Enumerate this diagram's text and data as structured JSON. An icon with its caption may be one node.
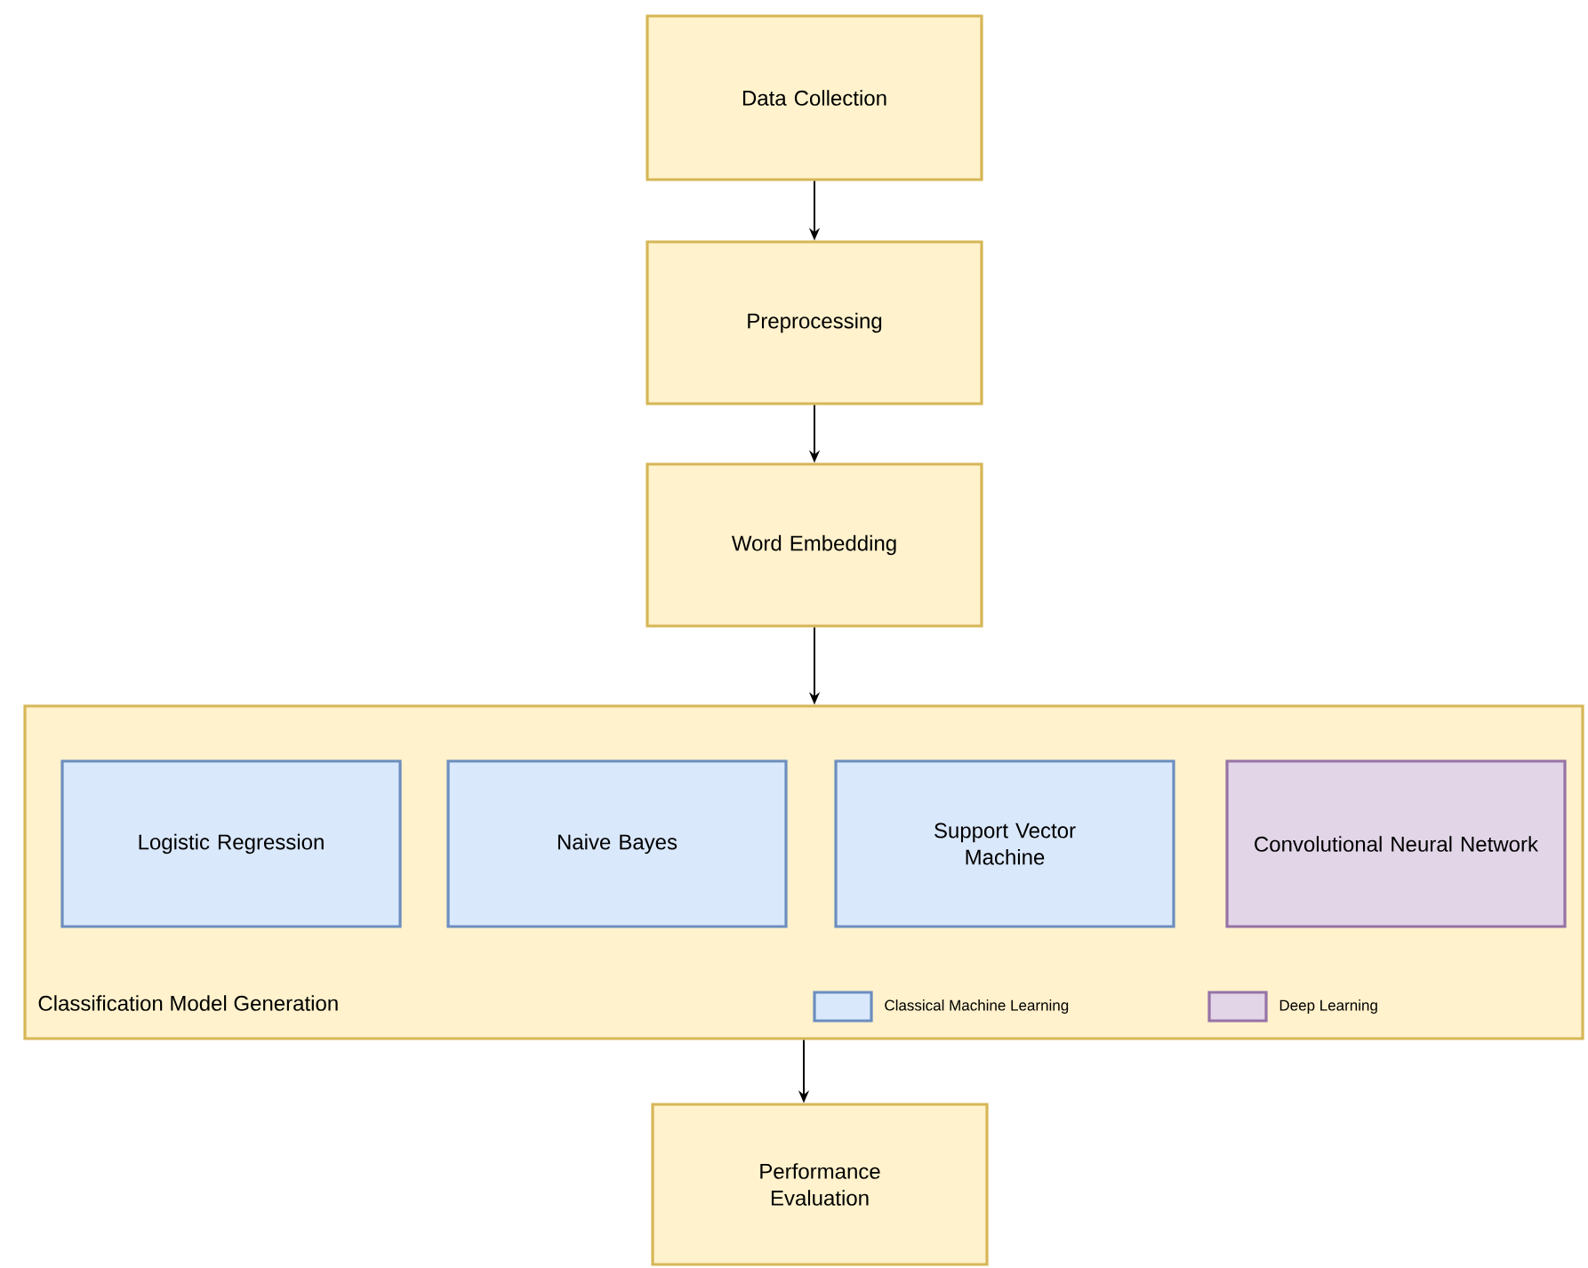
{
  "diagram": {
    "nodes": [
      {
        "text": [
          "Data Collection"
        ]
      },
      {
        "text": [
          "Preprocessing"
        ]
      },
      {
        "text": [
          "Word Embedding"
        ]
      },
      {
        "text": [
          "Classification Model Generation"
        ]
      },
      {
        "text": [
          "Logistic Regression"
        ],
        "in": 3
      },
      {
        "text": [
          "Naive Bayes"
        ],
        "in": 3
      },
      {
        "text": [
          "Support Vector Machine"
        ],
        "in": 3
      },
      {
        "text": [
          "Convolutional Neural Network"
        ],
        "in": 3
      },
      {
        "text": [
          "Performance Evaluation"
        ]
      }
    ],
    "edges": [
      {
        "from": 0,
        "to": 1,
        "arrow": "to"
      },
      {
        "from": 1,
        "to": 2,
        "arrow": "to"
      },
      {
        "from": 2,
        "to": 3,
        "arrow": "to"
      },
      {
        "from": 3,
        "to": 8,
        "arrow": "to"
      }
    ],
    "legend": [
      {
        "text": "Classical Machine Learning",
        "color": "#dae8fc"
      },
      {
        "text": "Deep Learning",
        "color": "#e1d5e7"
      }
    ]
  }
}
